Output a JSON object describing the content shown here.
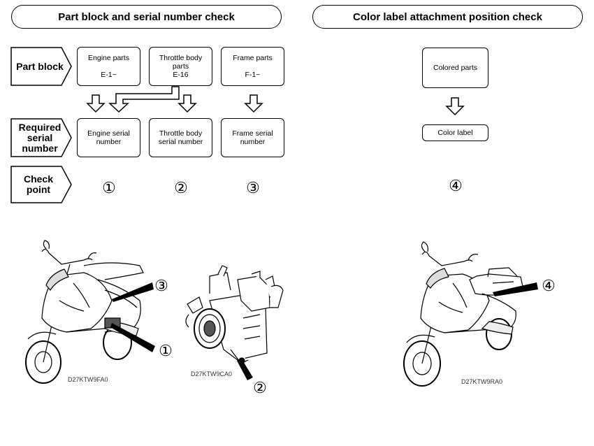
{
  "left_section": {
    "title": "Part block and serial number check",
    "rows": {
      "part_block": "Part block",
      "required_serial": [
        "Required",
        "serial",
        "number"
      ],
      "check_point": [
        "Check",
        "point"
      ]
    },
    "part_blocks": [
      {
        "lines": [
          "Engine parts",
          "",
          "E-1~"
        ]
      },
      {
        "lines": [
          "Throttle body",
          "parts",
          "E-16"
        ]
      },
      {
        "lines": [
          "Frame parts",
          "",
          "F-1~"
        ]
      }
    ],
    "serials": [
      {
        "lines": [
          "Engine serial",
          "number"
        ]
      },
      {
        "lines": [
          "Throttle body",
          "serial number"
        ]
      },
      {
        "lines": [
          "Frame serial",
          "number"
        ]
      }
    ],
    "check_points": [
      "①",
      "②",
      "③"
    ]
  },
  "right_section": {
    "title": "Color label attachment position check",
    "colored_parts": "Colored parts",
    "color_label": "Color label",
    "check_point": "④"
  },
  "illustrations": {
    "scooter_left_code": "D27KTW9FA0",
    "throttle_code": "D27KTW9CA0",
    "scooter_right_code": "D27KTW9RA0",
    "callouts": {
      "c1": "①",
      "c2": "②",
      "c3": "③",
      "c4": "④"
    }
  }
}
